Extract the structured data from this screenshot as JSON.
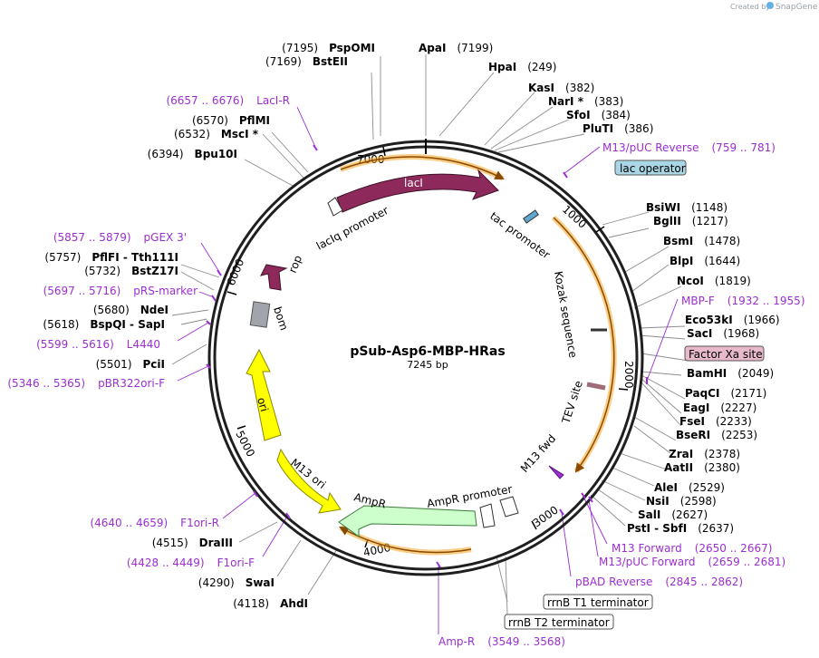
{
  "plasmid": {
    "name": "pSub-Asp6-MBP-HRas",
    "length": "7245 bp"
  },
  "credit": {
    "prefix": "Created by",
    "brand": "SnapGene"
  },
  "ticks": [
    "1000",
    "2000",
    "3000",
    "4000",
    "5000",
    "6000",
    "7000"
  ],
  "right_labels": [
    {
      "name": "ApaI",
      "pos": "(7199)"
    },
    {
      "name": "HpaI",
      "pos": "(249)"
    },
    {
      "name": "KasI",
      "pos": "(382)"
    },
    {
      "name": "NarI *",
      "pos": "(383)"
    },
    {
      "name": "SfoI",
      "pos": "(384)"
    },
    {
      "name": "PluTI",
      "pos": "(386)"
    },
    {
      "name": "BsiWI",
      "pos": "(1148)"
    },
    {
      "name": "BglII",
      "pos": "(1217)"
    },
    {
      "name": "BsmI",
      "pos": "(1478)"
    },
    {
      "name": "BlpI",
      "pos": "(1644)"
    },
    {
      "name": "NcoI",
      "pos": "(1819)"
    },
    {
      "name": "Eco53kI",
      "pos": "(1966)"
    },
    {
      "name": "SacI",
      "pos": "(1968)"
    },
    {
      "name": "BamHI",
      "pos": "(2049)"
    },
    {
      "name": "PaqCI",
      "pos": "(2171)"
    },
    {
      "name": "EagI",
      "pos": "(2227)"
    },
    {
      "name": "FseI",
      "pos": "(2233)"
    },
    {
      "name": "BseRI",
      "pos": "(2253)"
    },
    {
      "name": "ZraI",
      "pos": "(2378)"
    },
    {
      "name": "AatII",
      "pos": "(2380)"
    },
    {
      "name": "AleI",
      "pos": "(2529)"
    },
    {
      "name": "NsiI",
      "pos": "(2598)"
    },
    {
      "name": "SalI",
      "pos": "(2627)"
    },
    {
      "name": "PstI - SbfI",
      "pos": "(2637)"
    }
  ],
  "left_labels": [
    {
      "name": "PspOMI",
      "pos": "(7195)"
    },
    {
      "name": "BstEII",
      "pos": "(7169)"
    },
    {
      "name": "PflMI",
      "pos": "(6570)"
    },
    {
      "name": "MscI *",
      "pos": "(6532)"
    },
    {
      "name": "Bpu10I",
      "pos": "(6394)"
    },
    {
      "name": "PflFI - Tth111I",
      "pos": "(5757)"
    },
    {
      "name": "BstZ17I",
      "pos": "(5732)"
    },
    {
      "name": "NdeI",
      "pos": "(5680)"
    },
    {
      "name": "BspQI - SapI",
      "pos": "(5618)"
    },
    {
      "name": "PciI",
      "pos": "(5501)"
    },
    {
      "name": "DraIII",
      "pos": "(4515)"
    },
    {
      "name": "SwaI",
      "pos": "(4290)"
    },
    {
      "name": "AhdI",
      "pos": "(4118)"
    }
  ],
  "primers_right": [
    {
      "name": "M13/pUC Reverse",
      "range": "(759 .. 781)"
    },
    {
      "name": "MBP-F",
      "range": "(1932 .. 1955)"
    },
    {
      "name": "M13 Forward",
      "range": "(2650 .. 2667)"
    },
    {
      "name": "M13/pUC Forward",
      "range": "(2659 .. 2681)"
    },
    {
      "name": "pBAD Reverse",
      "range": "(2845 .. 2862)"
    }
  ],
  "primers_left": [
    {
      "name": "LacI-R",
      "range": "(6657 .. 6676)"
    },
    {
      "name": "pGEX 3'",
      "range": "(5857 .. 5879)"
    },
    {
      "name": "pRS-marker",
      "range": "(5697 .. 5716)"
    },
    {
      "name": "L4440",
      "range": "(5599 .. 5616)"
    },
    {
      "name": "pBR322ori-F",
      "range": "(5346 .. 5365)"
    },
    {
      "name": "F1ori-R",
      "range": "(4640 .. 4659)"
    },
    {
      "name": "F1ori-F",
      "range": "(4428 .. 4449)"
    }
  ],
  "primer_bottom": {
    "name": "Amp-R",
    "range": "(3549 .. 3568)"
  },
  "boxed_features": {
    "lac_operator": "lac operator",
    "factor_xa": "Factor Xa site",
    "rrnb_t1": "rrnB T1 terminator",
    "rrnb_t2": "rrnB T2 terminator"
  },
  "features": {
    "lacI": "lacI",
    "laciq_promoter": "lacIq promoter",
    "tac_promoter": "tac promoter",
    "kozak": "Kozak sequence",
    "tev": "TEV site",
    "m13_fwd": "M13 fwd",
    "ampr_promoter": "AmpR promoter",
    "ampr": "AmpR",
    "m13_ori": "M13 ori",
    "ori": "ori",
    "bom": "bom",
    "rop": "rop"
  },
  "colors": {
    "lacI": "#8e2a5b",
    "ori": "#ffff00",
    "ampr": "#ccffcc",
    "rop": "#8e2a5b",
    "bom": "#a0a4ab",
    "primer": "#9b2fd0",
    "orf_arc": "#f5a623",
    "lac_operator": "#a9d7e6",
    "factor_xa": "#e7b9cb",
    "tev": "#a06b78"
  }
}
